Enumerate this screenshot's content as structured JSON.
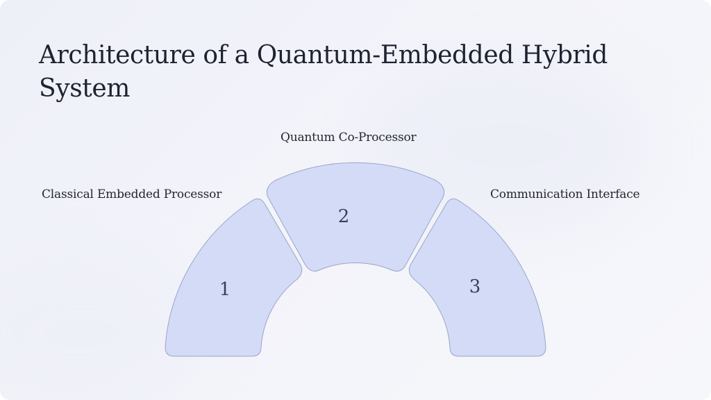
{
  "slide": {
    "title": "Architecture of a Quantum-Embedded Hybrid System"
  },
  "diagram": {
    "type": "segmented-arc",
    "segment_fill": "#d3dbf6",
    "segment_stroke": "#9aa4c8",
    "segments": [
      {
        "number": "1",
        "label": "Classical Embedded Processor"
      },
      {
        "number": "2",
        "label": "Quantum Co-Processor"
      },
      {
        "number": "3",
        "label": "Communication Interface"
      }
    ]
  }
}
